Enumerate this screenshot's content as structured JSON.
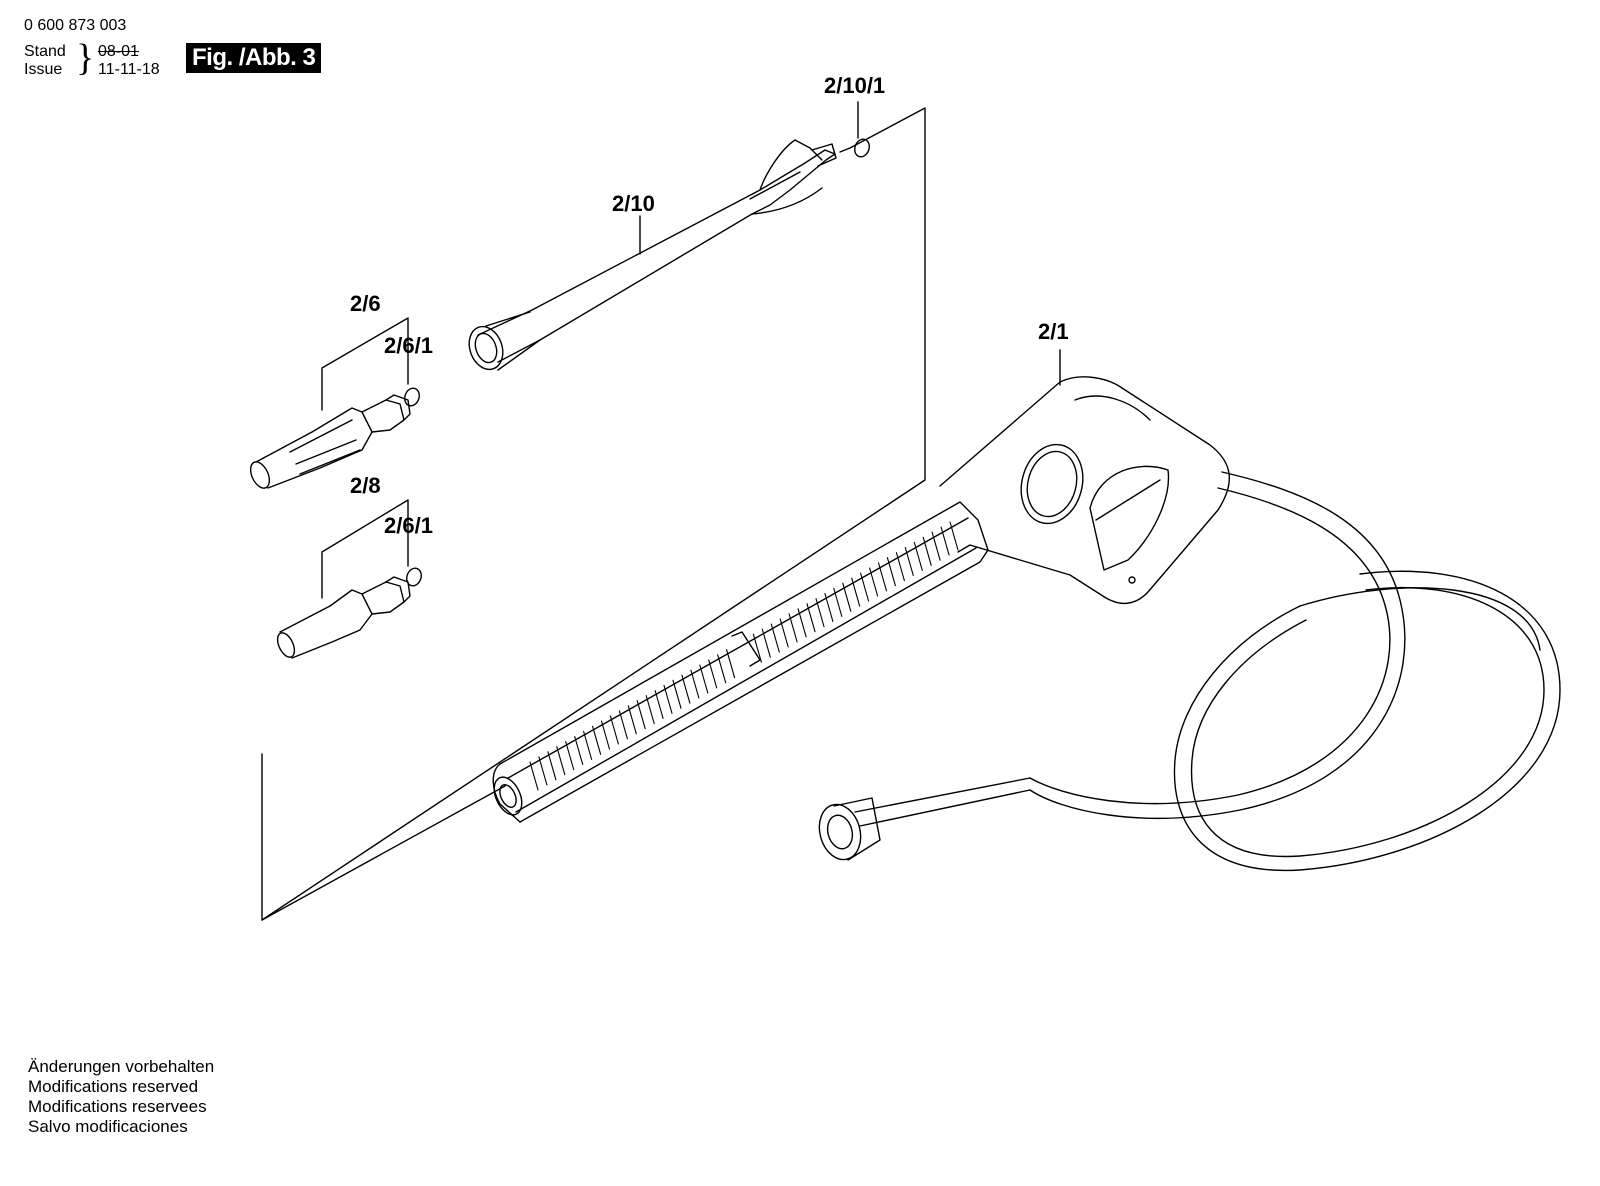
{
  "header": {
    "doc_number": "0 600 873 003",
    "stand_label": "Stand",
    "issue_label": "Issue",
    "brace": "}",
    "old_date": "08-01",
    "issue_date": "11-11-18",
    "figure_label": "Fig. /Abb. 3"
  },
  "callouts": {
    "c_2_10_1": "2/10/1",
    "c_2_10": "2/10",
    "c_2_6": "2/6",
    "c_2_6_1_a": "2/6/1",
    "c_2_8": "2/8",
    "c_2_6_1_b": "2/6/1",
    "c_2_1": "2/1"
  },
  "footer": {
    "lines": [
      "Änderungen vorbehalten",
      "Modifications reserved",
      "Modifications reservees",
      "Salvo modificaciones"
    ]
  },
  "colors": {
    "line": "#000000",
    "background": "#ffffff",
    "badge": "#000000"
  }
}
